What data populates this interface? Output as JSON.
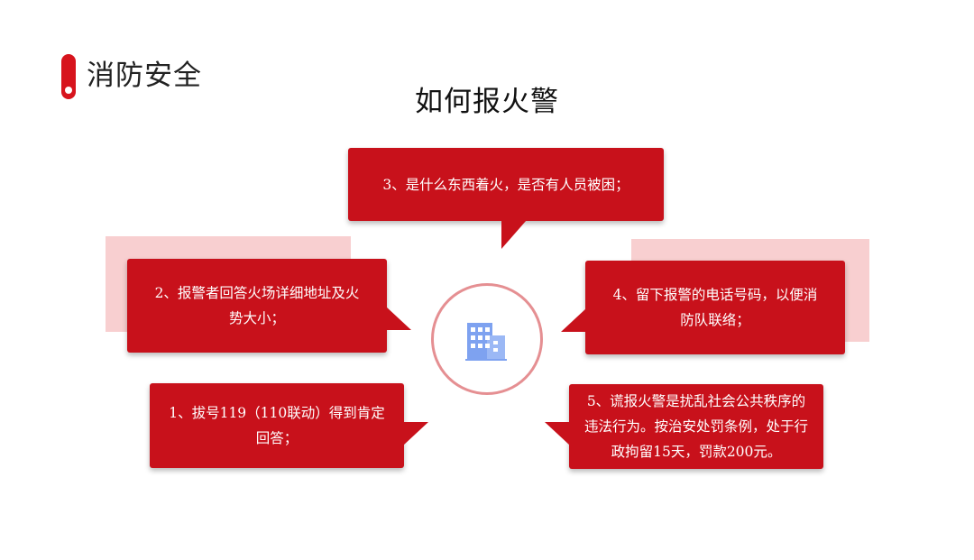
{
  "header": {
    "section_title": "消防安全",
    "main_title": "如何报火警"
  },
  "steps": [
    {
      "label": "1、拔号119（110联动）得到肯定回答；"
    },
    {
      "label": "2、报警者回答火场详细地址及火势大小；"
    },
    {
      "label": "3、是什么东西着火，是否有人员被困；"
    },
    {
      "label": "4、留下报警的电话号码，以便消防队联络；"
    },
    {
      "label": "5、谎报火警是扰乱社会公共秩序的违法行为。按治安处罚条例，处于行政拘留15天，罚款200元。"
    }
  ],
  "center": {
    "icon": "building-icon"
  },
  "colors": {
    "accent_red": "#c8111b",
    "marker_red": "#d7141d",
    "shadow_pink": "#f8cfd0",
    "circle_border": "#e58f92",
    "icon_blue": "#7ea2f0"
  }
}
